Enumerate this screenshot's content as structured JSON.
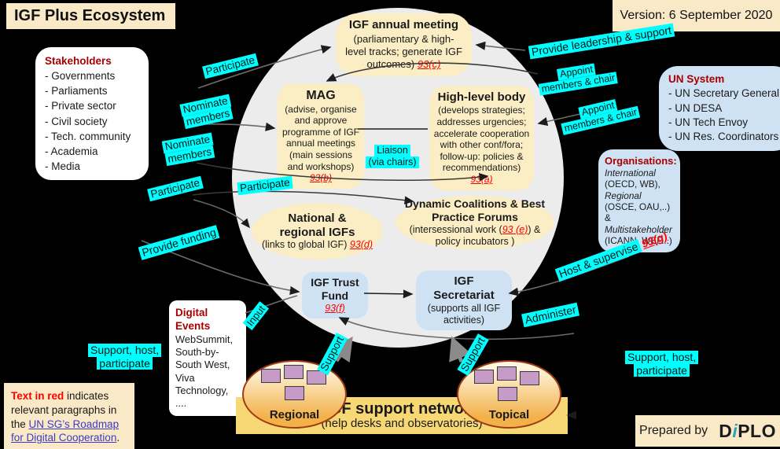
{
  "title": "IGF Plus Ecosystem",
  "version": "Version: 6 September 2020",
  "stakeholders": {
    "title": "Stakeholders",
    "items": [
      "- Governments",
      "- Parliaments",
      "- Private sector",
      "- Civil society",
      "- Tech. community",
      "- Academia",
      "- Media"
    ]
  },
  "un_system": {
    "title": "UN System",
    "items": [
      "- UN Secretary General",
      "- UN DESA",
      "- UN Tech Envoy",
      "- UN Res. Coordinators"
    ]
  },
  "organisations": {
    "title": "Organisations:",
    "segments": [
      {
        "text": "International"
      },
      {
        "text": " (OECD, WB), "
      },
      {
        "text": "Regional"
      },
      {
        "text": " (OSCE, OAU,..) & "
      },
      {
        "text": "Multistakeholder"
      },
      {
        "text": " (ICANN, WEF...)"
      }
    ]
  },
  "digital_events": {
    "title": "Digital Events",
    "body": "WebSummit, South-by-South West, Viva Technology, ...."
  },
  "nodes": {
    "annual_meeting": {
      "title": "IGF annual meeting",
      "body": "(parliamentary & high-level tracks; generate IGF outcomes) ",
      "ref": "93(c)"
    },
    "mag": {
      "title": "MAG",
      "body": "(advise, organise and approve programme of IGF annual meetings (main sessions and workshops) ",
      "ref": "93(b)"
    },
    "high_level_body": {
      "title": "High-level body",
      "body": "(develops strategies; addresses urgencies; accelerate cooperation with other conf/fora; follow-up: policies & recommendations) ",
      "ref": "93(a)"
    },
    "national_igfs": {
      "title_line1": "National &",
      "title_line2": "regional IGFs",
      "body": "(links to global IGF) ",
      "ref": "93(d)"
    },
    "dynamic_coalitions": {
      "title": "Dynamic Coalitions & Best Practice Forums",
      "body_pre": "(intersessional work (",
      "ref": "93 (e)",
      "body_post": ") & policy incubators )"
    },
    "trust_fund": {
      "title_line1": "IGF Trust",
      "title_line2": "Fund",
      "ref": "93(f)"
    },
    "secretariat": {
      "title_line1": "IGF",
      "title_line2": "Secretariat",
      "body": "(supports all IGF activities)"
    }
  },
  "edge_labels": {
    "participate_top": "Participate",
    "nominate_1_line1": "Nominate",
    "nominate_1_line2": "members",
    "nominate_2_line1": "Nominate",
    "nominate_2_line2": "members",
    "participate_left": "Participate",
    "participate_inner": "Participate",
    "provide_funding": "Provide funding",
    "liaison_line1": "Liaison",
    "liaison_line2": "(via chairs)",
    "provide_leadership": "Provide leadership & support",
    "appoint_1_line1": "Appoint",
    "appoint_1_line2": "members & chair",
    "appoint_2_line1": "Appoint",
    "appoint_2_line2": "members & chair",
    "host_supervise": "Host & supervise ",
    "host_supervise_ref": "93(g)",
    "administer": "Administer",
    "input": "Input",
    "support_regional": "Support",
    "support_topical": "Support",
    "shp_left_line1": "Support, host,",
    "shp_left_line2": "participate",
    "shp_right_line1": "Support, host,",
    "shp_right_line2": "participate"
  },
  "support_network": {
    "title": "IGF support network",
    "subtitle": "(help desks and observatories)",
    "regional_label": "Regional",
    "topical_label": "Topical"
  },
  "legend": {
    "red_intro": "Text in red",
    "text_mid": " indicates relevant paragraphs in the ",
    "link": "UN SG’s Roadmap for Digital Cooperation",
    "text_end": "."
  },
  "footer": {
    "prepared_by": "Prepared by",
    "logo_d": "D",
    "logo_i": "i",
    "logo_plo": "PLO"
  },
  "colors": {
    "accent_cyan": "#00ffff",
    "ref_red": "#ff0000",
    "header_red": "#a80000",
    "node_yellow": "#fbedc4",
    "box_blue": "#cfe2f3",
    "panel_cream": "#f9e9c6",
    "banner_gold": "#f8d875"
  }
}
